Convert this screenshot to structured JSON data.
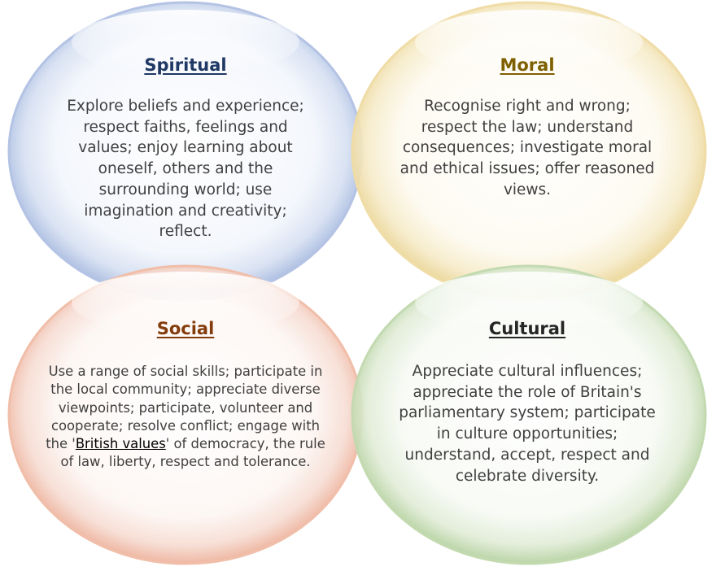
{
  "colors": {
    "spiritual_title": "#1f3864",
    "moral_title": "#7f6000",
    "social_title": "#843c0c",
    "cultural_title": "#262626",
    "body_text": "#404040",
    "spiritual_ring": "#8ea3d1",
    "moral_ring": "#e6cf8c",
    "social_ring": "#eba891",
    "cultural_ring": "#a8c98f"
  },
  "spiritual": {
    "title": "Spiritual",
    "body": "Explore beliefs and experience; respect faiths, feelings and values; enjoy learning about oneself, others and the surrounding world; use imagination and creativity; reflect."
  },
  "moral": {
    "title": "Moral",
    "body": "Recognise right and wrong; respect the law; understand consequences; investigate moral and ethical issues; offer reasoned views."
  },
  "social": {
    "title": "Social",
    "body_before": "Use a range of social skills; participate in the local community; appreciate diverse viewpoints; participate, volunteer and cooperate; resolve conflict; engage with the '",
    "link_text": "British values",
    "body_after": "' of democracy, the rule of law, liberty, respect and tolerance."
  },
  "cultural": {
    "title": "Cultural",
    "body": "Appreciate cultural influences; appreciate the role of Britain's parliamentary system; participate in culture opportunities; understand, accept, respect and celebrate diversity."
  }
}
